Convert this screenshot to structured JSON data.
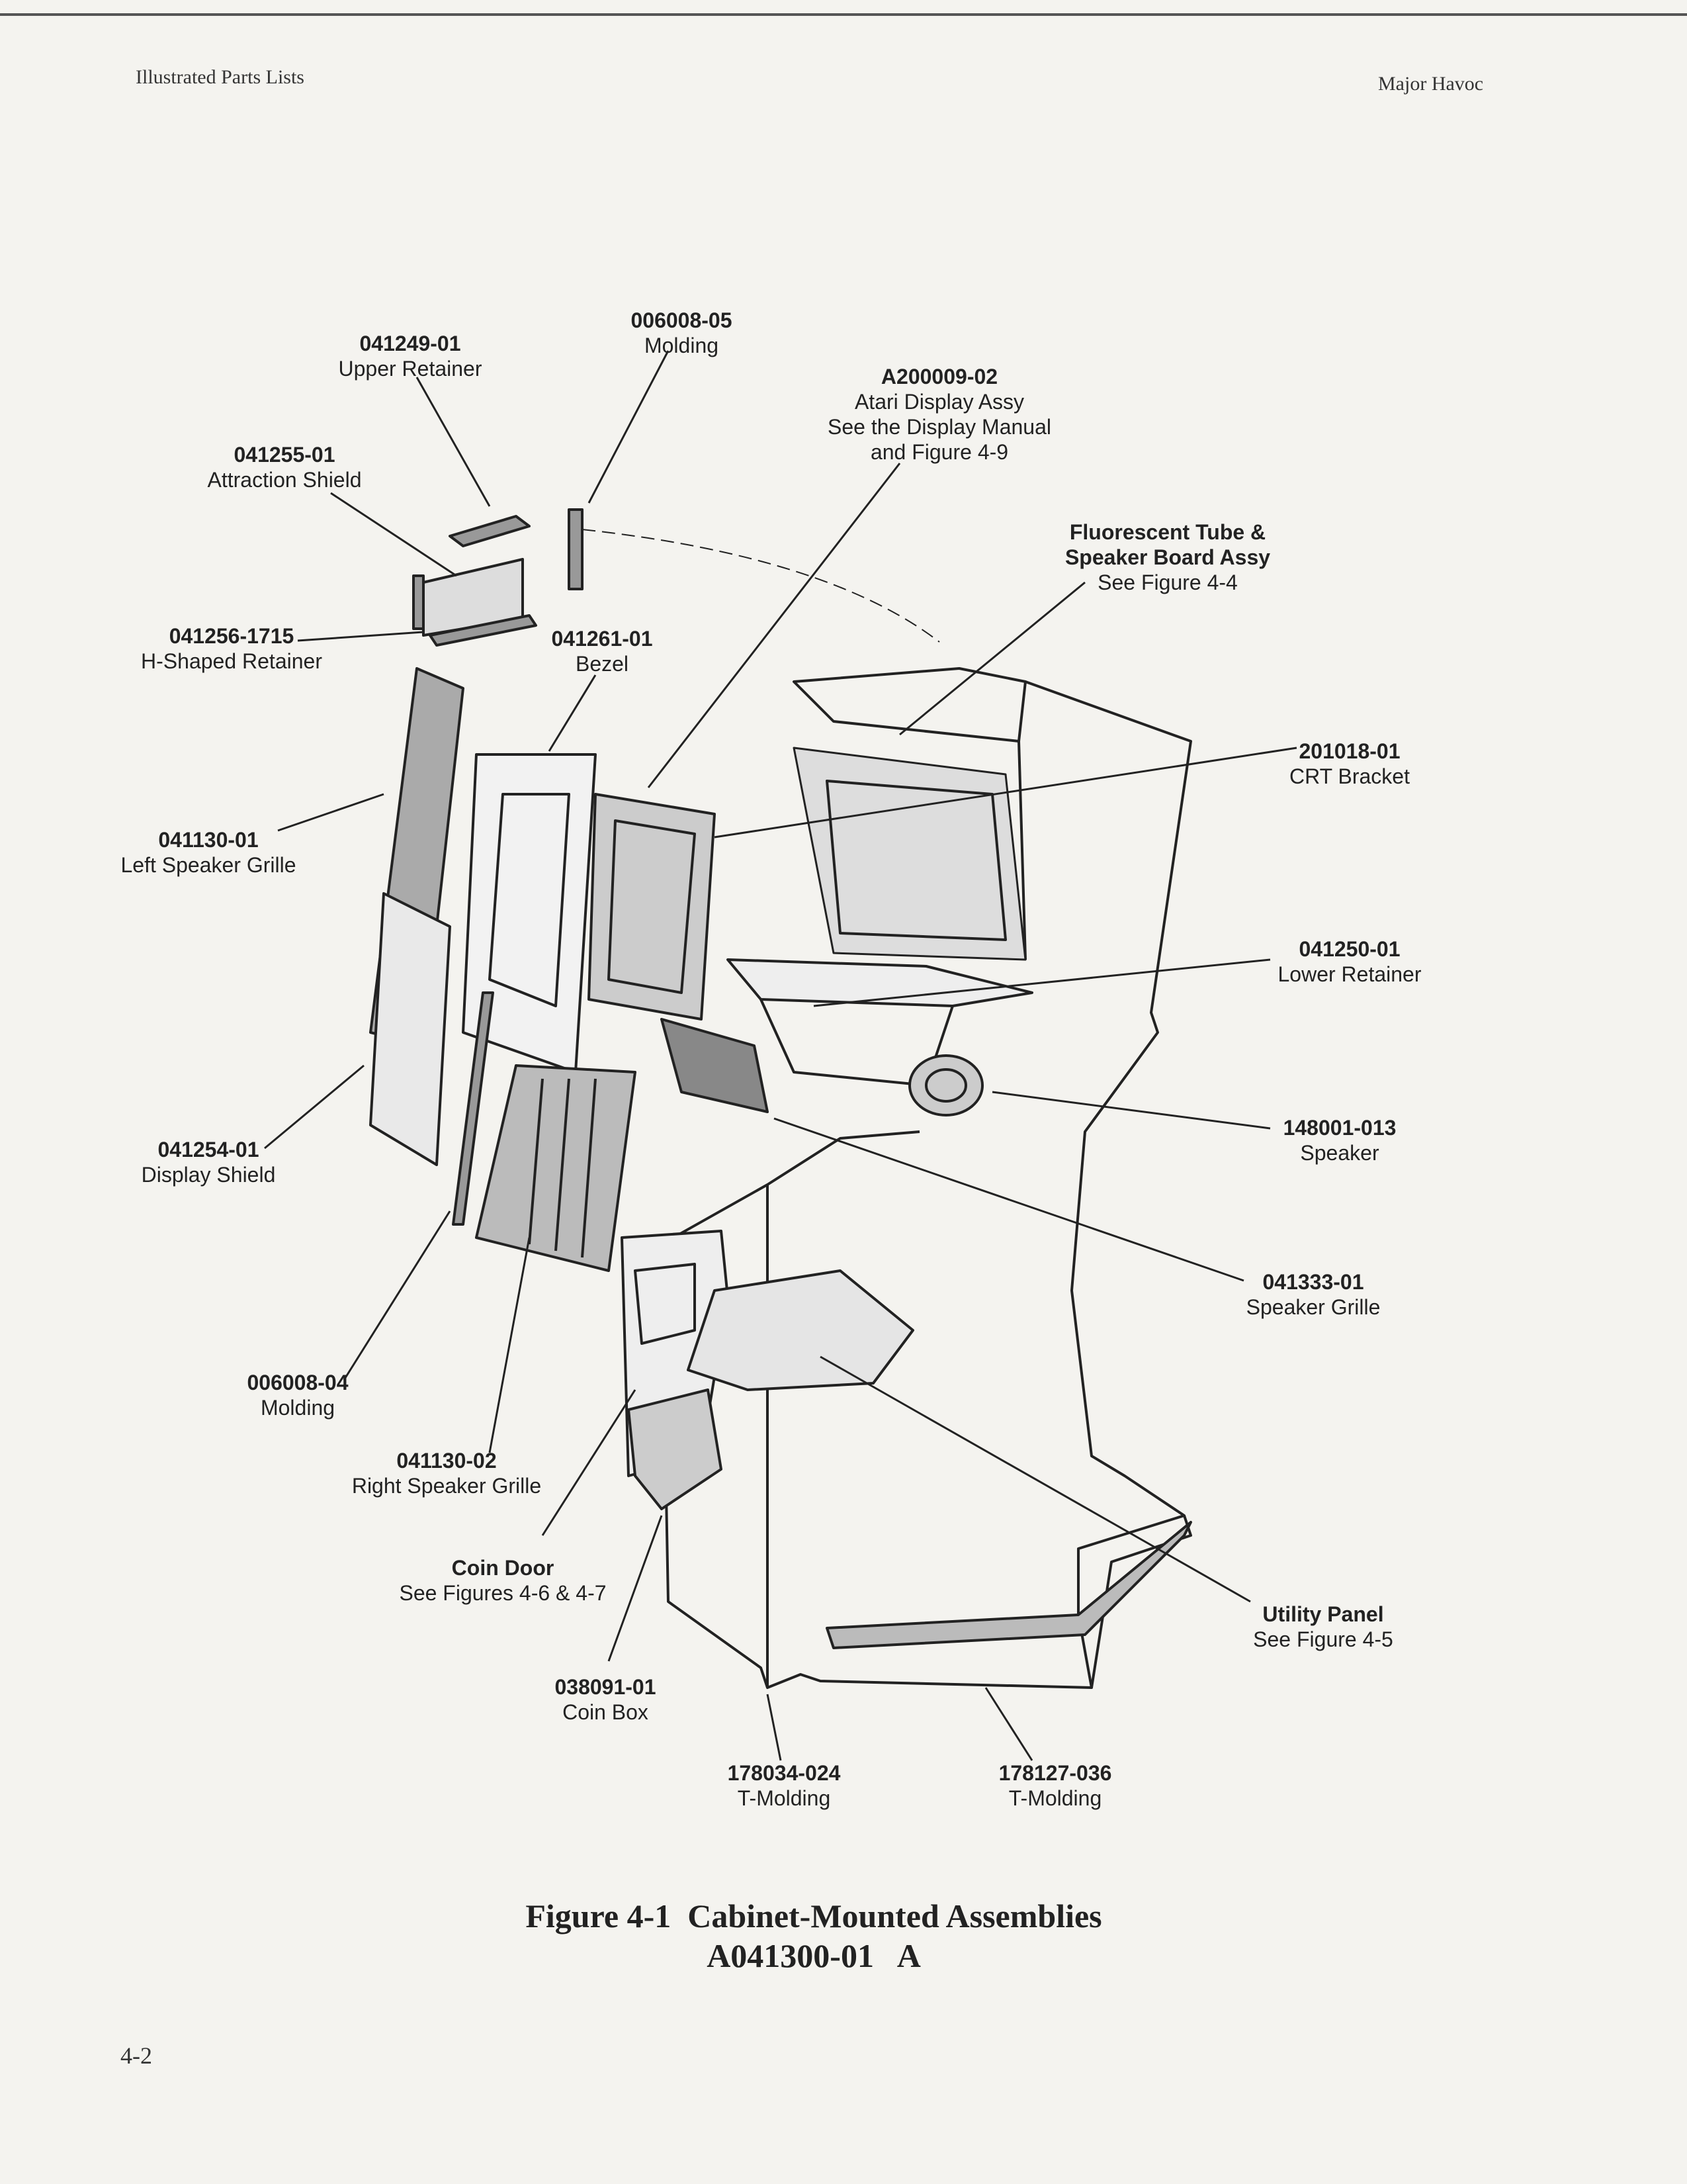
{
  "header": {
    "left": "Illustrated Parts Lists",
    "right": "Major Havoc"
  },
  "callouts": [
    {
      "id": "molding-top",
      "part": "006008-05",
      "desc": "Molding"
    },
    {
      "id": "upper-retainer",
      "part": "041249-01",
      "desc": "Upper Retainer"
    },
    {
      "id": "display-assy",
      "part": "A200009-02",
      "desc": "Atari Display Assy",
      "desc2": "See the Display Manual",
      "desc3": "and Figure 4-9"
    },
    {
      "id": "attraction-shield",
      "part": "041255-01",
      "desc": "Attraction Shield"
    },
    {
      "id": "fluorescent",
      "title1": "Fluorescent Tube &",
      "title2": "Speaker Board Assy",
      "desc": "See Figure 4-4"
    },
    {
      "id": "h-retainer",
      "part": "041256-1715",
      "desc": "H-Shaped Retainer"
    },
    {
      "id": "bezel",
      "part": "041261-01",
      "desc": "Bezel"
    },
    {
      "id": "crt-bracket",
      "part": "201018-01",
      "desc": "CRT Bracket"
    },
    {
      "id": "left-grille",
      "part": "041130-01",
      "desc": "Left Speaker Grille"
    },
    {
      "id": "lower-retainer",
      "part": "041250-01",
      "desc": "Lower Retainer"
    },
    {
      "id": "speaker",
      "part": "148001-013",
      "desc": "Speaker"
    },
    {
      "id": "display-shield",
      "part": "041254-01",
      "desc": "Display Shield"
    },
    {
      "id": "speaker-grille",
      "part": "041333-01",
      "desc": "Speaker Grille"
    },
    {
      "id": "molding-side",
      "part": "006008-04",
      "desc": "Molding"
    },
    {
      "id": "right-grille",
      "part": "041130-02",
      "desc": "Right Speaker Grille"
    },
    {
      "id": "coin-door",
      "title1": "Coin Door",
      "desc": "See Figures 4-6 & 4-7"
    },
    {
      "id": "utility-panel",
      "title1": "Utility Panel",
      "desc": "See Figure 4-5"
    },
    {
      "id": "coin-box",
      "part": "038091-01",
      "desc": "Coin Box"
    },
    {
      "id": "t-molding-1",
      "part": "178034-024",
      "desc": "T-Molding"
    },
    {
      "id": "t-molding-2",
      "part": "178127-036",
      "desc": "T-Molding"
    }
  ],
  "caption": {
    "line1": "Figure 4-1  Cabinet-Mounted Assemblies",
    "line2": "A041300-01   A"
  },
  "page_number": "4-2"
}
